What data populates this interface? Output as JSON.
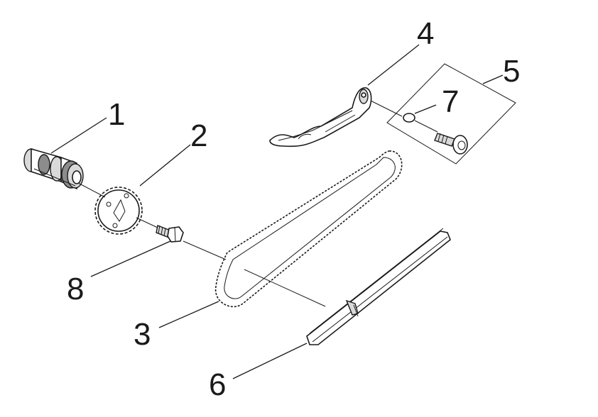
{
  "diagram": {
    "labels": {
      "p1": "1",
      "p2": "2",
      "p3": "3",
      "p4": "4",
      "p5": "5",
      "p6": "6",
      "p7": "7",
      "p8": "8"
    }
  }
}
